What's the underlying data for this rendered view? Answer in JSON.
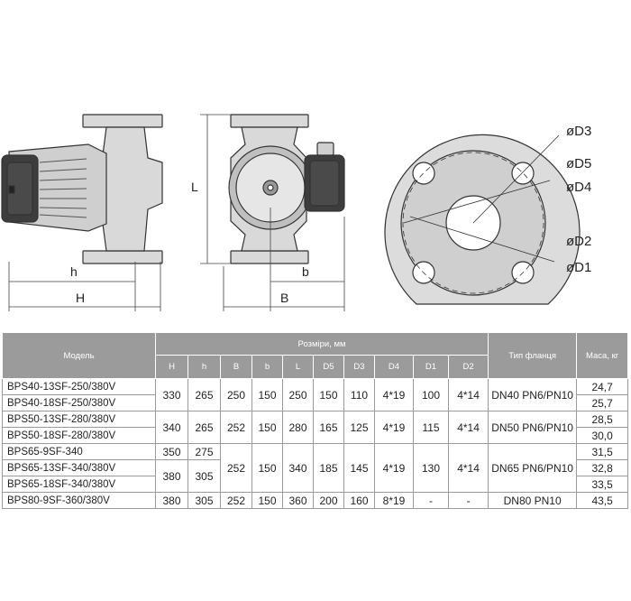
{
  "drawing": {
    "labels": {
      "H": "H",
      "h": "h",
      "L": "L",
      "B": "B",
      "b": "b",
      "D3": "øD3",
      "D5": "øD5",
      "D4": "øD4",
      "D2": "øD2",
      "D1": "øD1"
    }
  },
  "table": {
    "headers": {
      "model": "Модель",
      "dimensions": "Розміри, мм",
      "flange_type": "Тип фланця",
      "mass": "Маса, кг",
      "columns": [
        "H",
        "h",
        "B",
        "b",
        "L",
        "D5",
        "D3",
        "D4",
        "D1",
        "D2"
      ]
    },
    "groups": [
      {
        "models": [
          "BPS40-13SF-250/380V",
          "BPS40-18SF-250/380V"
        ],
        "masses": [
          "24,7",
          "25,7"
        ],
        "H": "330",
        "h": "265",
        "B": "250",
        "b": "150",
        "L": "250",
        "D5": "150",
        "D3": "110",
        "D4": "4*19",
        "D1": "100",
        "D2": "4*14",
        "flange": "DN40 PN6/PN10"
      },
      {
        "models": [
          "BPS50-13SF-280/380V",
          "BPS50-18SF-280/380V"
        ],
        "masses": [
          "28,5",
          "30,0"
        ],
        "H": "340",
        "h": "265",
        "B": "252",
        "b": "150",
        "L": "280",
        "D5": "165",
        "D3": "125",
        "D4": "4*19",
        "D1": "115",
        "D2": "4*14",
        "flange": "DN50 PN6/PN10"
      },
      {
        "models": [
          "BPS65-9SF-340",
          "BPS65-13SF-340/380V",
          "BPS65-18SF-340/380V"
        ],
        "masses": [
          "31,5",
          "32,8",
          "33,5"
        ],
        "H_first": "350",
        "h_first": "275",
        "H_rest": "380",
        "h_rest": "305",
        "B": "252",
        "b": "150",
        "L": "340",
        "D5": "185",
        "D3": "145",
        "D4": "4*19",
        "D1": "130",
        "D2": "4*14",
        "flange": "DN65 PN6/PN10"
      },
      {
        "models": [
          "BPS80-9SF-360/380V"
        ],
        "masses": [
          "43,5"
        ],
        "H": "380",
        "h": "305",
        "B": "252",
        "b": "150",
        "L": "360",
        "D5": "200",
        "D3": "160",
        "D4": "8*19",
        "D1": "-",
        "D2": "-",
        "flange": "DN80 PN10"
      }
    ]
  }
}
